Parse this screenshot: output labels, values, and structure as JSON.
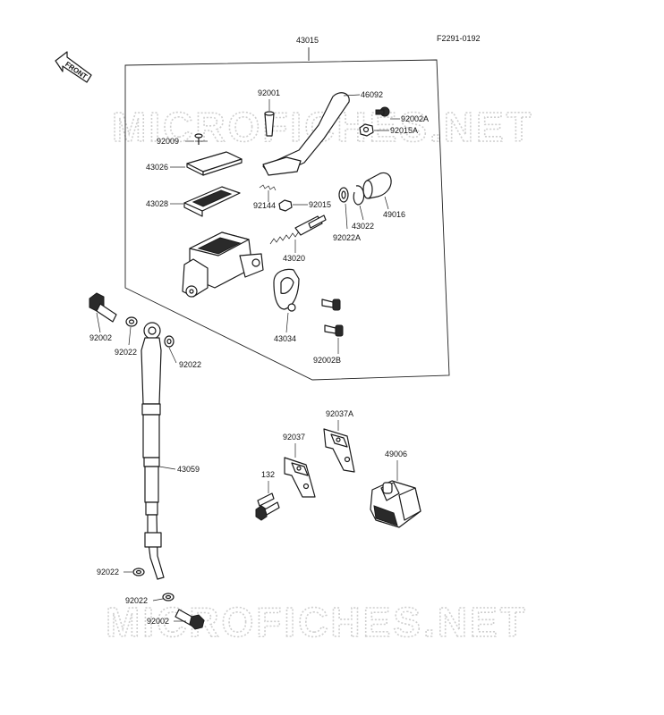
{
  "diagram": {
    "code": "F2291-0192",
    "assembly_number": "43015",
    "front_label": "FRONT",
    "watermark": "MICROFICHES.NET",
    "labels": {
      "p92001": "92001",
      "p46092": "46092",
      "p92002A": "92002A",
      "p92015A": "92015A",
      "p92009": "92009",
      "p43026": "43026",
      "p43028": "43028",
      "p92144": "92144",
      "p92015": "92015",
      "p43022": "43022",
      "p49016": "49016",
      "p92022A": "92022A",
      "p43020": "43020",
      "p43034": "43034",
      "p92002B": "92002B",
      "p92002_top": "92002",
      "p92022_a": "92022",
      "p92022_b": "92022",
      "p43059": "43059",
      "p92022_c": "92022",
      "p92022_d": "92022",
      "p92002_bot": "92002",
      "p92037A": "92037A",
      "p92037": "92037",
      "p132": "132",
      "p49006": "49006"
    }
  }
}
